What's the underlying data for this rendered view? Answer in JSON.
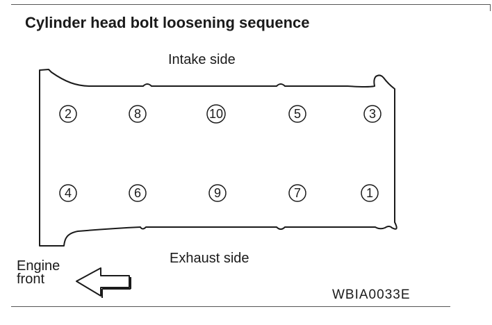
{
  "title": "Cylinder head bolt loosening sequence",
  "intake_label": "Intake side",
  "exhaust_label": "Exhaust side",
  "engine_front": [
    "Engine",
    "front"
  ],
  "figure_code": "WBIA0033E",
  "bolts": {
    "intake_row": [
      "2",
      "8",
      "10",
      "5",
      "3"
    ],
    "exhaust_row": [
      "4",
      "6",
      "9",
      "7",
      "1"
    ]
  }
}
